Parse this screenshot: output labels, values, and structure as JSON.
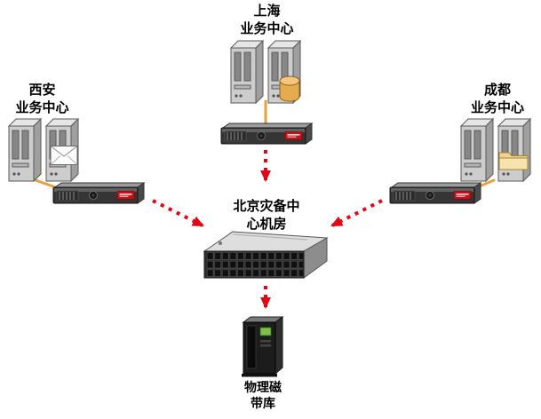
{
  "nodes": {
    "shanghai": {
      "label": "上海\n业务中心"
    },
    "xian": {
      "label": "西安\n业务中心"
    },
    "chengdu": {
      "label": "成都\n业务中心"
    },
    "beijing": {
      "label": "北京灾备中\n心机房"
    },
    "tape_library": {
      "label": "物理磁\n带库"
    }
  },
  "icons": {
    "shanghai": [
      "tower-servers-icon",
      "database-cylinder-icon",
      "backup-appliance-icon"
    ],
    "xian": [
      "tower-servers-icon",
      "envelope-icon",
      "backup-appliance-icon"
    ],
    "chengdu": [
      "tower-servers-icon",
      "folder-icon",
      "backup-appliance-icon"
    ],
    "beijing": [
      "storage-array-icon"
    ],
    "tape_library": [
      "tape-library-icon"
    ]
  },
  "colors": {
    "replication_arrow_red": "#e30613",
    "connection_orange": "#e8a13c",
    "appliance_badge_red": "#c31118",
    "tape_screen_green": "#7dc242",
    "folder_yellow": "#efd393",
    "database_cylinder_orange": "#e7ab4f"
  }
}
